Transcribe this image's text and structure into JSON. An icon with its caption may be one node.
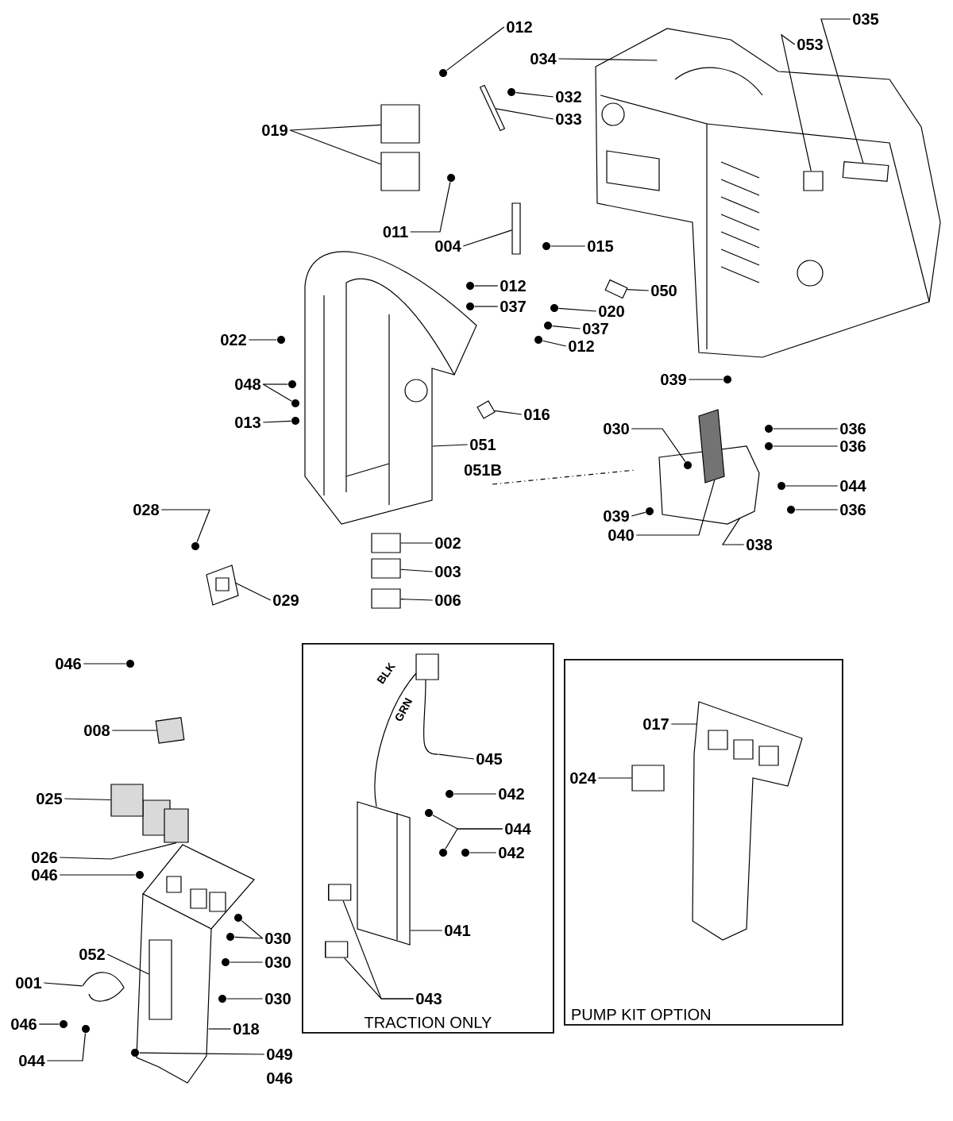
{
  "diagram": {
    "nodes": [
      {
        "text": [
          "012"
        ]
      },
      {
        "text": [
          "034"
        ]
      },
      {
        "text": [
          "035"
        ]
      },
      {
        "text": [
          "053"
        ]
      },
      {
        "text": [
          "019"
        ]
      },
      {
        "text": [
          "032"
        ]
      },
      {
        "text": [
          "033"
        ]
      },
      {
        "text": [
          "011"
        ]
      },
      {
        "text": [
          "004"
        ]
      },
      {
        "text": [
          "015"
        ]
      },
      {
        "text": [
          "012"
        ]
      },
      {
        "text": [
          "037"
        ]
      },
      {
        "text": [
          "050"
        ]
      },
      {
        "text": [
          "020"
        ]
      },
      {
        "text": [
          "037"
        ]
      },
      {
        "text": [
          "012"
        ]
      },
      {
        "text": [
          "022"
        ]
      },
      {
        "text": [
          "048"
        ]
      },
      {
        "text": [
          "013"
        ]
      },
      {
        "text": [
          "016"
        ]
      },
      {
        "text": [
          "051"
        ]
      },
      {
        "text": [
          "039"
        ]
      },
      {
        "text": [
          "036"
        ]
      },
      {
        "text": [
          "030"
        ]
      },
      {
        "text": [
          "036"
        ]
      },
      {
        "text": [
          "044"
        ]
      },
      {
        "text": [
          "036"
        ]
      },
      {
        "text": [
          "028"
        ]
      },
      {
        "text": [
          "039"
        ]
      },
      {
        "text": [
          "040"
        ]
      },
      {
        "text": [
          "002"
        ]
      },
      {
        "text": [
          "038"
        ]
      },
      {
        "text": [
          "003"
        ]
      },
      {
        "text": [
          "006"
        ]
      },
      {
        "text": [
          "029"
        ]
      },
      {
        "text": [
          "TRACTION ONLY"
        ]
      },
      {
        "text": [
          "045"
        ],
        "in": 35
      },
      {
        "text": [
          "042"
        ],
        "in": 35
      },
      {
        "text": [
          "044"
        ],
        "in": 35
      },
      {
        "text": [
          "042"
        ],
        "in": 35
      },
      {
        "text": [
          "041"
        ],
        "in": 35
      },
      {
        "text": [
          "043"
        ],
        "in": 35
      },
      {
        "text": [
          "PUMP KIT OPTION"
        ]
      },
      {
        "text": [
          "017"
        ],
        "in": 42
      },
      {
        "text": [
          "024"
        ],
        "in": 42
      },
      {
        "text": [
          "046"
        ]
      },
      {
        "text": [
          "008"
        ]
      },
      {
        "text": [
          "025"
        ]
      },
      {
        "text": [
          "026"
        ]
      },
      {
        "text": [
          "046"
        ]
      },
      {
        "text": [
          "030"
        ]
      },
      {
        "text": [
          "052"
        ]
      },
      {
        "text": [
          "030"
        ]
      },
      {
        "text": [
          "001"
        ]
      },
      {
        "text": [
          "030"
        ]
      },
      {
        "text": [
          "046"
        ]
      },
      {
        "text": [
          "018"
        ]
      },
      {
        "text": [
          "049"
        ]
      },
      {
        "text": [
          "044"
        ]
      },
      {
        "text": [],
        "shape": "circle"
      },
      {
        "text": [],
        "shape": "picture"
      },
      {
        "text": [],
        "shape": "box",
        "in": 60
      },
      {
        "text": [],
        "shape": "box",
        "in": 60
      },
      {
        "text": [],
        "shape": "box"
      },
      {
        "text": [],
        "shape": "box"
      },
      {
        "text": [],
        "shape": "circle"
      },
      {
        "text": [],
        "shape": "bar"
      },
      {
        "text": [],
        "shape": "circle"
      },
      {
        "text": [],
        "shape": "bar"
      },
      {
        "text": [],
        "shape": "circle"
      },
      {
        "text": [],
        "shape": "circle"
      },
      {
        "text": [],
        "shape": "circle"
      },
      {
        "text": [],
        "shape": "box"
      },
      {
        "text": [],
        "shape": "circle"
      },
      {
        "text": [],
        "shape": "circle"
      },
      {
        "text": [],
        "shape": "circle"
      },
      {
        "text": [],
        "shape": "circle"
      },
      {
        "text": [],
        "shape": "circle"
      },
      {
        "text": [],
        "shape": "circle"
      },
      {
        "text": [],
        "shape": "circle"
      },
      {
        "text": [],
        "shape": "box"
      },
      {
        "text": [],
        "shape": "picture"
      },
      {
        "text": [],
        "shape": "circle"
      },
      {
        "text": [],
        "shape": "circle"
      },
      {
        "text": [],
        "shape": "circle",
        "in": 91
      },
      {
        "text": [],
        "shape": "circle"
      },
      {
        "text": [],
        "shape": "circle"
      },
      {
        "text": [],
        "shape": "circle"
      },
      {
        "text": [],
        "shape": "circle"
      },
      {
        "text": [],
        "shape": "circle"
      },
      {
        "text": [],
        "shape": "picture"
      },
      {
        "text": [],
        "shape": "picture"
      },
      {
        "text": [],
        "shape": "box"
      },
      {
        "text": [],
        "shape": "box"
      },
      {
        "text": [],
        "shape": "box"
      },
      {
        "text": [],
        "shape": "picture"
      },
      {
        "text": [],
        "shape": "picture",
        "in": 35
      },
      {
        "text": [],
        "shape": "circle",
        "in": 35
      },
      {
        "text": [],
        "shape": "circle",
        "in": 35
      },
      {
        "text": [],
        "shape": "circle",
        "in": 35
      },
      {
        "text": [],
        "shape": "circle",
        "in": 35
      },
      {
        "text": [],
        "shape": "picture",
        "in": 35
      },
      {
        "text": [],
        "shape": "cylinder",
        "in": 35
      },
      {
        "text": [],
        "shape": "cylinder",
        "in": 35
      },
      {
        "text": [],
        "shape": "picture",
        "in": 42
      },
      {
        "text": [],
        "shape": "box",
        "in": 42
      },
      {
        "text": [],
        "shape": "circle"
      },
      {
        "text": [],
        "shape": "box"
      },
      {
        "text": [],
        "shape": "box"
      },
      {
        "text": [],
        "shape": "box"
      },
      {
        "text": [],
        "shape": "circle"
      },
      {
        "text": [],
        "shape": "circle"
      },
      {
        "text": [],
        "shape": "circle"
      },
      {
        "text": [],
        "shape": "box",
        "in": 118
      },
      {
        "text": [],
        "shape": "circle"
      },
      {
        "text": [],
        "shape": "picture"
      },
      {
        "text": [],
        "shape": "circle"
      },
      {
        "text": [],
        "shape": "circle"
      },
      {
        "text": [],
        "shape": "picture"
      },
      {
        "text": [],
        "shape": "circle"
      },
      {
        "text": [],
        "shape": "circle"
      }
    ],
    "edges": [
      {
        "from": 0,
        "to": 59,
        "arrow": "none"
      },
      {
        "from": 1,
        "to": 60,
        "arrow": "none"
      },
      {
        "from": 2,
        "to": 61,
        "arrow": "none"
      },
      {
        "from": 3,
        "to": 62,
        "arrow": "none"
      },
      {
        "from": 4,
        "to": 63,
        "arrow": "none"
      },
      {
        "from": 4,
        "to": 64,
        "arrow": "none"
      },
      {
        "from": 5,
        "to": 65,
        "arrow": "none"
      },
      {
        "from": 6,
        "to": 66,
        "arrow": "none"
      },
      {
        "from": 7,
        "to": 67,
        "arrow": "none"
      },
      {
        "from": 8,
        "to": 68,
        "arrow": "none"
      },
      {
        "from": 9,
        "to": 69,
        "arrow": "none"
      },
      {
        "from": 10,
        "to": 70,
        "arrow": "none"
      },
      {
        "from": 11,
        "to": 71,
        "arrow": "none"
      },
      {
        "from": 12,
        "to": 72,
        "arrow": "none"
      },
      {
        "from": 13,
        "to": 73,
        "arrow": "none"
      },
      {
        "from": 14,
        "to": 74,
        "arrow": "none"
      },
      {
        "from": 15,
        "to": 75,
        "arrow": "none"
      },
      {
        "from": 16,
        "to": 76,
        "arrow": "none"
      },
      {
        "from": 17,
        "to": 77,
        "arrow": "none"
      },
      {
        "from": 17,
        "to": 78,
        "arrow": "none"
      },
      {
        "from": 18,
        "to": 79,
        "arrow": "none"
      },
      {
        "from": 19,
        "to": 80,
        "arrow": "none"
      },
      {
        "from": 20,
        "to": 81,
        "arrow": "none"
      },
      {
        "from": 21,
        "to": 82,
        "arrow": "none"
      },
      {
        "from": 22,
        "to": 83,
        "arrow": "none"
      },
      {
        "from": 23,
        "to": 84,
        "arrow": "none"
      },
      {
        "from": 24,
        "to": 85,
        "arrow": "none"
      },
      {
        "from": 25,
        "to": 86,
        "arrow": "none"
      },
      {
        "from": 26,
        "to": 87,
        "arrow": "none"
      },
      {
        "from": 27,
        "to": 88,
        "arrow": "none"
      },
      {
        "from": 28,
        "to": 89,
        "arrow": "none"
      },
      {
        "from": 29,
        "to": 90,
        "arrow": "none"
      },
      {
        "from": 30,
        "to": 92,
        "arrow": "none"
      },
      {
        "from": 31,
        "to": 91,
        "arrow": "none"
      },
      {
        "from": 32,
        "to": 93,
        "arrow": "none"
      },
      {
        "from": 33,
        "to": 94,
        "arrow": "none"
      },
      {
        "from": 34,
        "to": 95,
        "arrow": "none"
      },
      {
        "from": 36,
        "to": 96,
        "arrow": "none"
      },
      {
        "from": 37,
        "to": 97,
        "arrow": "none"
      },
      {
        "from": 38,
        "to": 98,
        "arrow": "none"
      },
      {
        "from": 38,
        "to": 99,
        "arrow": "none"
      },
      {
        "from": 39,
        "to": 100,
        "arrow": "none"
      },
      {
        "from": 40,
        "to": 101,
        "arrow": "none"
      },
      {
        "from": 41,
        "to": 102,
        "arrow": "none"
      },
      {
        "from": 41,
        "to": 103,
        "arrow": "none"
      },
      {
        "from": 43,
        "to": 104,
        "arrow": "none"
      },
      {
        "from": 44,
        "to": 105,
        "arrow": "none"
      },
      {
        "from": 45,
        "to": 106,
        "arrow": "none"
      },
      {
        "from": 46,
        "to": 107,
        "arrow": "none"
      },
      {
        "from": 47,
        "to": 108,
        "arrow": "none"
      },
      {
        "from": 48,
        "to": 109,
        "arrow": "none"
      },
      {
        "from": 49,
        "to": 110,
        "arrow": "none"
      },
      {
        "from": 50,
        "to": 111,
        "arrow": "none"
      },
      {
        "from": 50,
        "to": 112,
        "arrow": "none"
      },
      {
        "from": 51,
        "to": 113,
        "arrow": "none"
      },
      {
        "from": 52,
        "to": 114,
        "arrow": "none"
      },
      {
        "from": 53,
        "to": 115,
        "arrow": "none"
      },
      {
        "from": 54,
        "to": 116,
        "arrow": "none"
      },
      {
        "from": 55,
        "to": 117,
        "arrow": "none"
      },
      {
        "from": 56,
        "to": 118,
        "arrow": "none"
      },
      {
        "from": 57,
        "to": 119,
        "arrow": "none"
      },
      {
        "from": 58,
        "to": 120,
        "arrow": "none"
      }
    ],
    "labels": [
      "051B",
      "BLK",
      "GRN",
      "046"
    ]
  }
}
